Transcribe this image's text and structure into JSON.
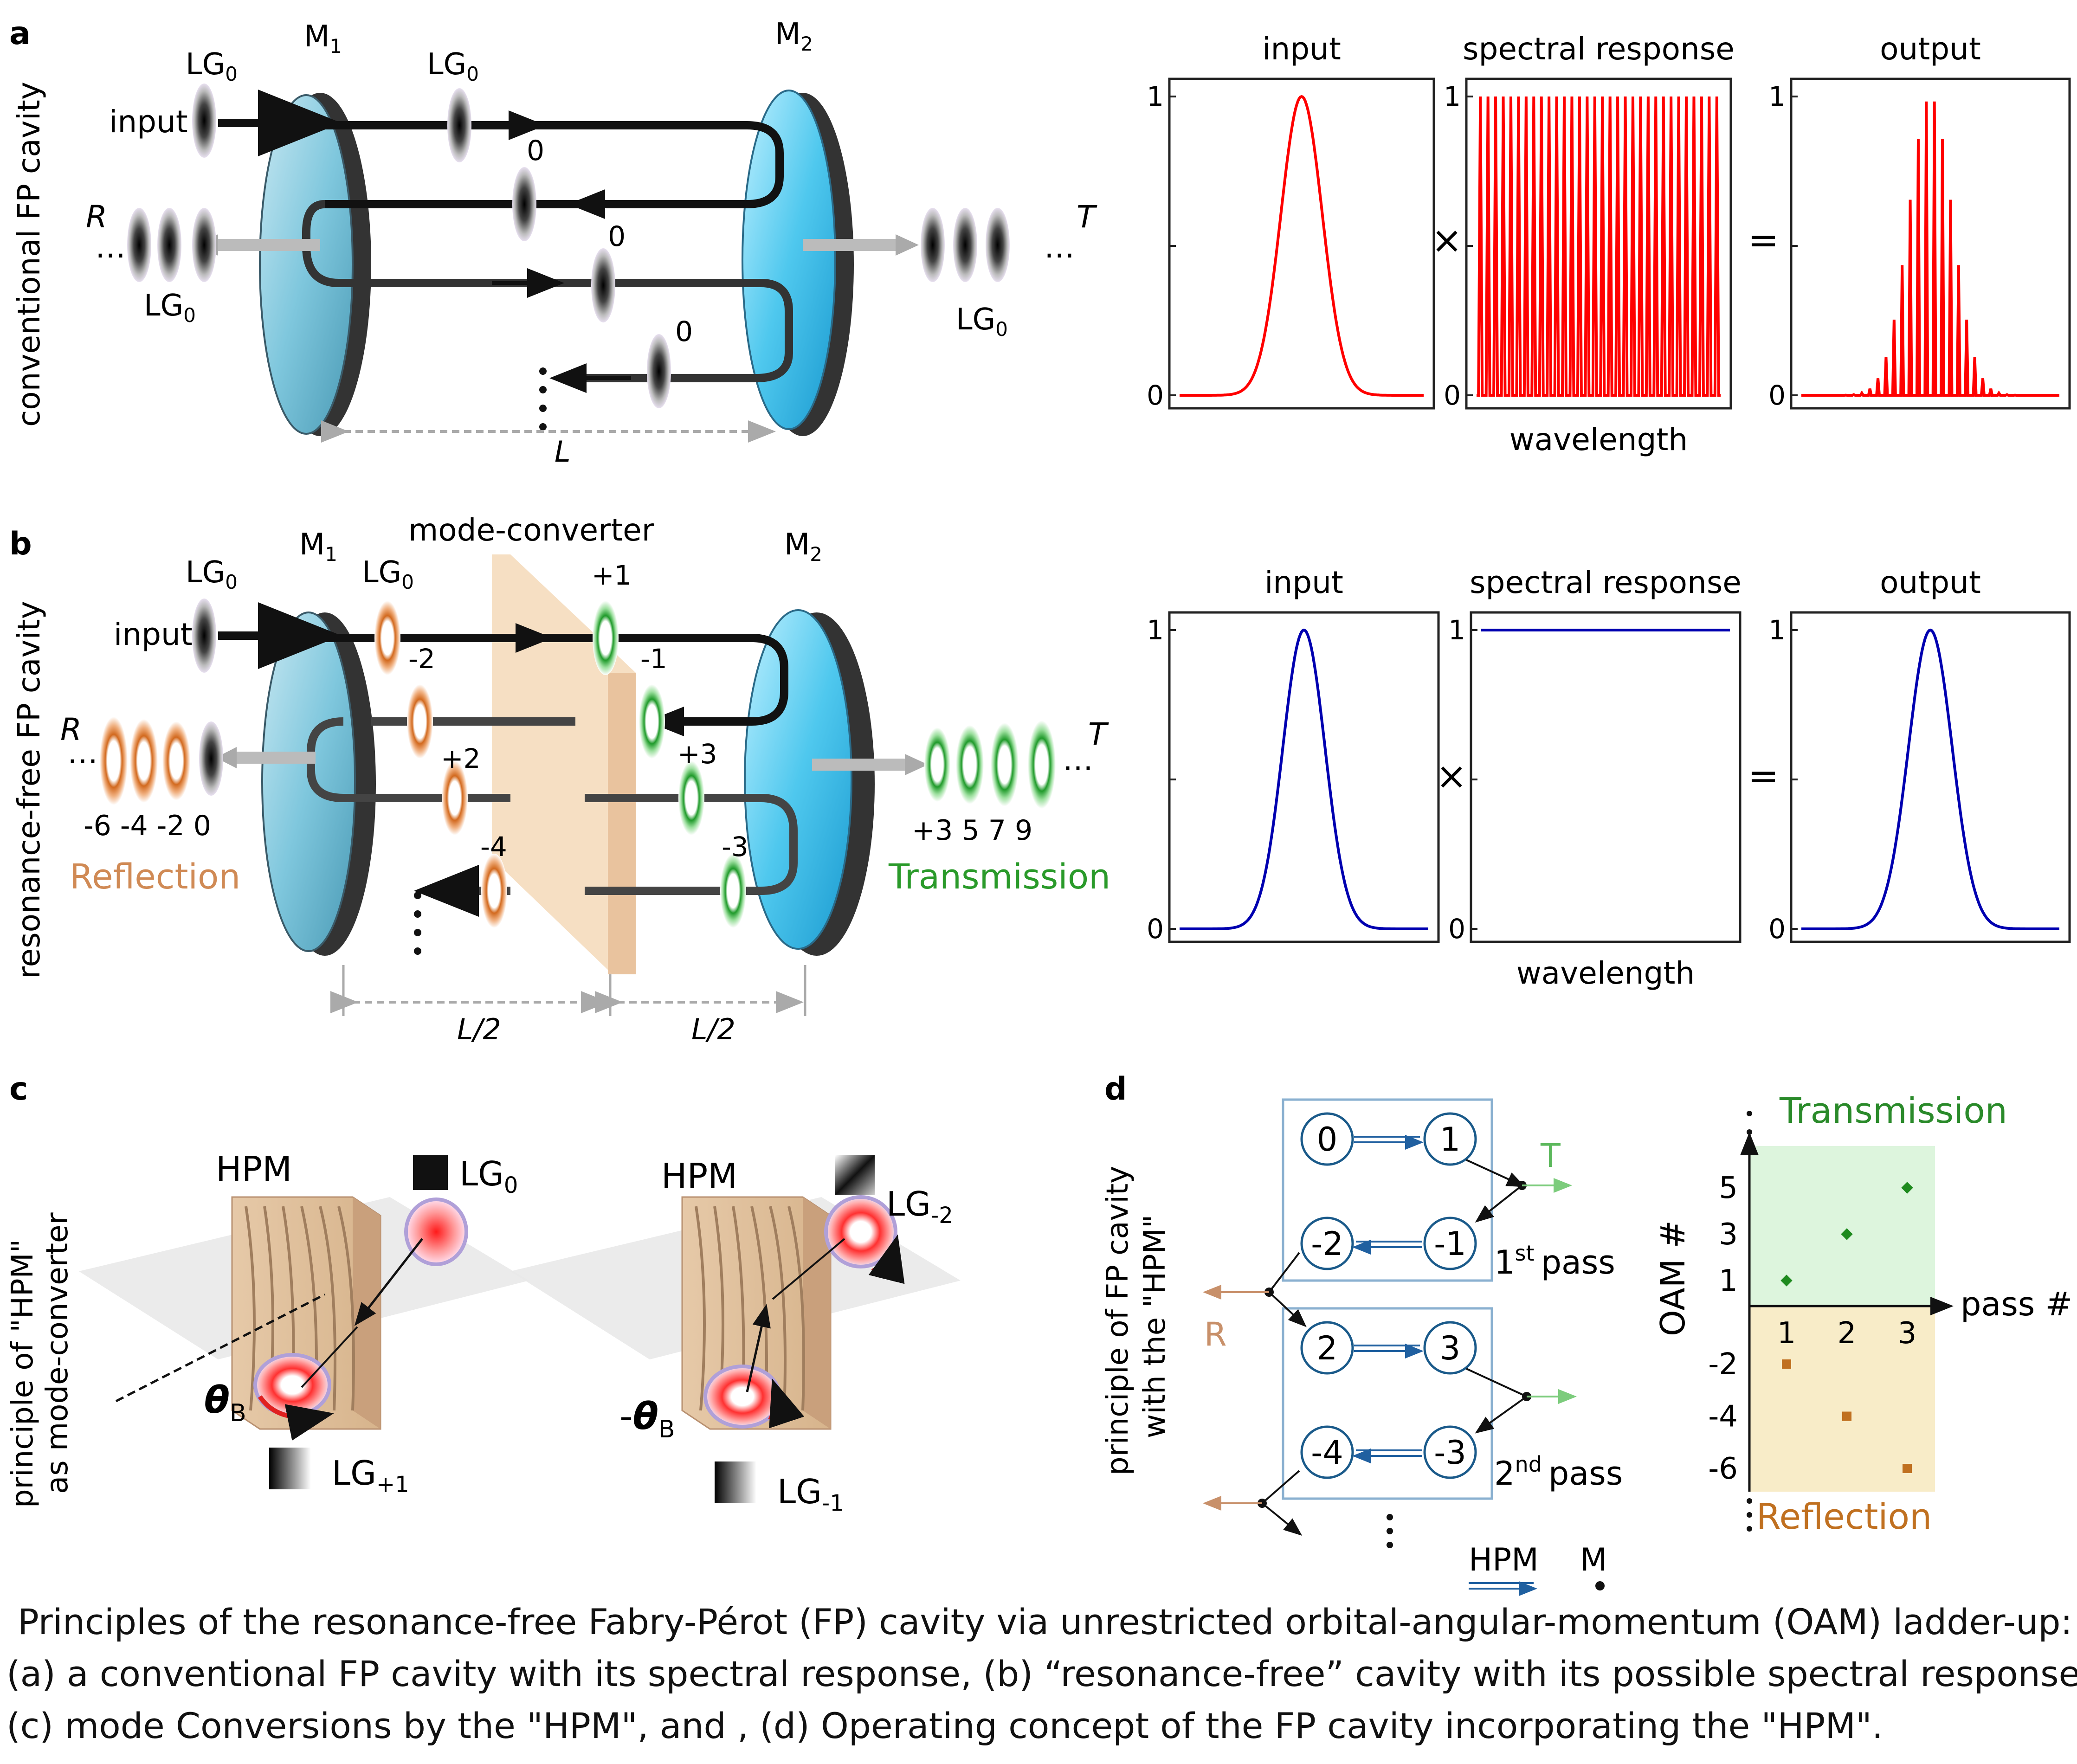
{
  "panel_labels": {
    "a": "a",
    "b": "b",
    "c": "c",
    "d": "d"
  },
  "panel_a": {
    "side_label": "conventional FP cavity",
    "m1": "M",
    "m1_sub": "1",
    "m2": "M",
    "m2_sub": "2",
    "lg": "LG",
    "lg_sub": "0",
    "input": "input",
    "R": "R",
    "T": "T",
    "L": "L",
    "pass_orders": [
      "0",
      "0",
      "0"
    ]
  },
  "panel_b": {
    "side_label": "resonance-free FP cavity",
    "mode_converter": "mode-converter",
    "m1": "M",
    "m1_sub": "1",
    "m2": "M",
    "m2_sub": "2",
    "lg": "LG",
    "lg_sub": "0",
    "input": "input",
    "R": "R",
    "T": "T",
    "half_L": "L/2",
    "orders_inside": [
      "+1",
      "-1",
      "-2",
      "+2",
      "+3",
      "-4",
      "-3"
    ],
    "reflection_orders": "-6 -4 -2  0",
    "transmission_orders": "+3  5  7  9",
    "reflection": "Reflection",
    "transmission": "Transmission"
  },
  "chart_data": [
    {
      "type": "line",
      "title": "input",
      "series": [
        {
          "values_shape": "gaussian",
          "peak": 1
        }
      ],
      "ylim": [
        0,
        1
      ],
      "yticks": [
        "0",
        "1"
      ],
      "color": "#ff0000"
    },
    {
      "type": "line",
      "title": "spectral response",
      "xlabel": "wavelength",
      "series": [
        {
          "values_shape": "comb",
          "peak": 1,
          "peaks": 32
        }
      ],
      "ylim": [
        0,
        1
      ],
      "yticks": [
        "0",
        "1"
      ],
      "color": "#ff0000"
    },
    {
      "type": "line",
      "title": "output",
      "series": [
        {
          "values_shape": "gaussian-sampled comb",
          "peak": 1
        }
      ],
      "ylim": [
        0,
        1
      ],
      "yticks": [
        "0",
        "1"
      ],
      "color": "#ff0000"
    },
    {
      "type": "line",
      "title": "input",
      "series": [
        {
          "values_shape": "gaussian",
          "peak": 1
        }
      ],
      "ylim": [
        0,
        1
      ],
      "yticks": [
        "0",
        "1"
      ],
      "color": "#0000b0"
    },
    {
      "type": "line",
      "title": "spectral response",
      "xlabel": "wavelength",
      "series": [
        {
          "values_shape": "flat",
          "value": 1
        }
      ],
      "ylim": [
        0,
        1
      ],
      "yticks": [
        "0",
        "1"
      ],
      "color": "#0000b0"
    },
    {
      "type": "line",
      "title": "output",
      "series": [
        {
          "values_shape": "gaussian",
          "peak": 1
        }
      ],
      "ylim": [
        0,
        1
      ],
      "yticks": [
        "0",
        "1"
      ],
      "color": "#0000b0"
    },
    {
      "type": "scatter",
      "title": "",
      "xlabel": "pass #",
      "ylabel": "OAM #",
      "xticks": [
        "1",
        "2",
        "3"
      ],
      "yticks": [
        "5",
        "3",
        "1",
        "-2",
        "-4",
        "-6"
      ],
      "series": [
        {
          "name": "Transmission",
          "x": [
            1,
            2,
            3
          ],
          "y": [
            1,
            3,
            5
          ],
          "color": "#1e8a1e"
        },
        {
          "name": "Reflection",
          "x": [
            1,
            2,
            3
          ],
          "y": [
            -2,
            -4,
            -6
          ],
          "color": "#c07020"
        }
      ]
    }
  ],
  "operators": {
    "times": "×",
    "equals": "="
  },
  "panel_c": {
    "side_label_1": "principle of \"HPM\"",
    "side_label_2": "as mode-converter",
    "hpm": "HPM",
    "lg": "LG",
    "lg0_sub": "0",
    "lgp1_sub": "+1",
    "lgm2_sub": "-2",
    "lgm1_sub": "-1",
    "theta": "θ",
    "theta_sub": "B",
    "minus": "-"
  },
  "panel_d": {
    "side_label_1": "principle of FP cavity",
    "side_label_2": "with the \"HPM\"",
    "nodes": [
      "0",
      "1",
      "-2",
      "-1",
      "2",
      "3",
      "-4",
      "-3"
    ],
    "T": "T",
    "R": "R",
    "pass1": "1",
    "pass1_sup": "st",
    "pass2": "2",
    "pass2_sup": "nd",
    "pass_word": "pass",
    "legend_hpm": "HPM",
    "legend_m": "M",
    "transmission": "Transmission",
    "reflection": "Reflection"
  },
  "caption": [
    "Principles of the resonance-free Fabry-Pérot (FP) cavity via unrestricted orbital-angular-momentum (OAM) ladder-up:",
    "(a) a conventional FP cavity with its spectral response, (b) “resonance-free” cavity with its possible spectral response.",
    "(c) mode Conversions by the \"HPM\", and , (d) Operating concept of the FP cavity incorporating the \"HPM\"."
  ]
}
